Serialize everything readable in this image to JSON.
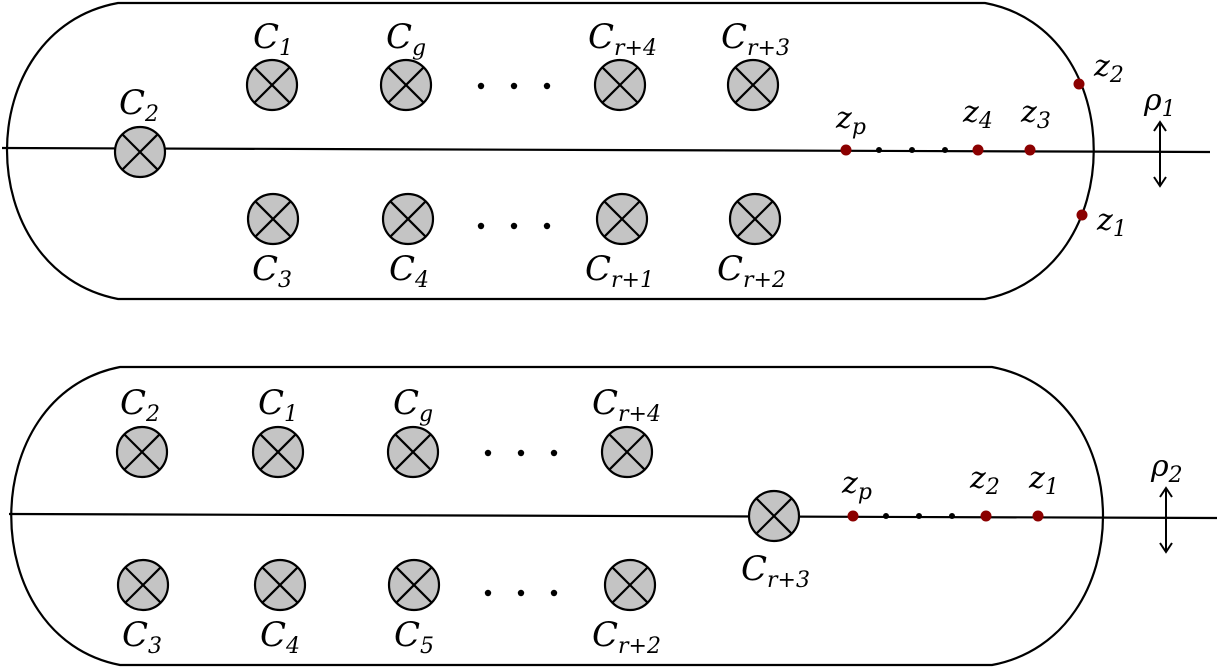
{
  "panel1": {
    "circles_top": [
      {
        "letter": "C",
        "sub": "1"
      },
      {
        "letter": "C",
        "sub": "g"
      },
      {
        "letter": "C",
        "sub": "r+4"
      },
      {
        "letter": "C",
        "sub": "r+3"
      }
    ],
    "circle_axis": {
      "letter": "C",
      "sub": "2"
    },
    "circles_bottom": [
      {
        "letter": "C",
        "sub": "3"
      },
      {
        "letter": "C",
        "sub": "4"
      },
      {
        "letter": "C",
        "sub": "r+1"
      },
      {
        "letter": "C",
        "sub": "r+2"
      }
    ],
    "points": [
      {
        "letter": "z",
        "sub": "p"
      },
      {
        "letter": "z",
        "sub": "4"
      },
      {
        "letter": "z",
        "sub": "3"
      },
      {
        "letter": "z",
        "sub": "2"
      },
      {
        "letter": "z",
        "sub": "1"
      }
    ],
    "rotation": {
      "letter": "ρ",
      "sub": "1"
    }
  },
  "panel2": {
    "circles_top": [
      {
        "letter": "C",
        "sub": "2"
      },
      {
        "letter": "C",
        "sub": "1"
      },
      {
        "letter": "C",
        "sub": "g"
      },
      {
        "letter": "C",
        "sub": "r+4"
      }
    ],
    "circle_axis": {
      "letter": "C",
      "sub": "r+3"
    },
    "circles_bottom": [
      {
        "letter": "C",
        "sub": "3"
      },
      {
        "letter": "C",
        "sub": "4"
      },
      {
        "letter": "C",
        "sub": "5"
      },
      {
        "letter": "C",
        "sub": "r+2"
      }
    ],
    "points": [
      {
        "letter": "z",
        "sub": "p"
      },
      {
        "letter": "z",
        "sub": "2"
      },
      {
        "letter": "z",
        "sub": "1"
      }
    ],
    "rotation": {
      "letter": "ρ",
      "sub": "2"
    }
  },
  "colors": {
    "circle_fill": "#c4c4c4",
    "marked_point": "#8b0000"
  },
  "icons": [
    "crossed-circle-icon",
    "double-arrow-icon"
  ]
}
